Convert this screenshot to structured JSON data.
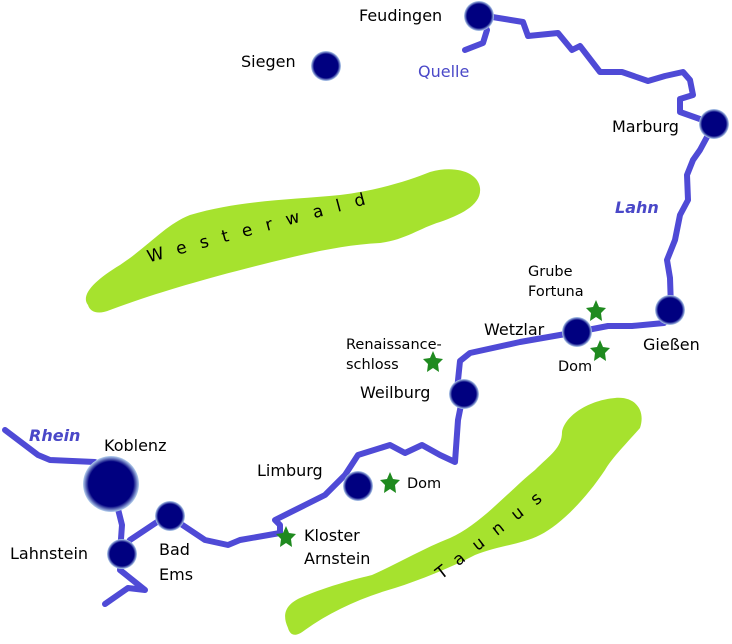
{
  "map": {
    "colors": {
      "river": "#4f4ad6",
      "city": "#000080",
      "city_glow": "#b8d4f0",
      "region": "#a6e22e",
      "landmark_star": "#1f8a1f",
      "river_label": "#4a48c8"
    },
    "rivers": {
      "lahn": "Lahn",
      "rhein": "Rhein",
      "source": "Quelle"
    },
    "regions": {
      "westerwald": "Westerwald",
      "taunus": "Taunus"
    },
    "cities": {
      "feudingen": "Feudingen",
      "siegen": "Siegen",
      "marburg": "Marburg",
      "giessen": "Gießen",
      "wetzlar": "Wetzlar",
      "weilburg": "Weilburg",
      "limburg": "Limburg",
      "bad_ems_line1": "Bad",
      "bad_ems_line2": "Ems",
      "lahnstein": "Lahnstein",
      "koblenz": "Koblenz"
    },
    "landmarks": {
      "grube_fortuna_line1": "Grube",
      "grube_fortuna_line2": "Fortuna",
      "wetzlar_dom": "Dom",
      "renaissance_line1": "Renaissance-",
      "renaissance_line2": "schloss",
      "limburg_dom": "Dom",
      "kloster_line1": "Kloster",
      "kloster_line2": "Arnstein"
    }
  }
}
